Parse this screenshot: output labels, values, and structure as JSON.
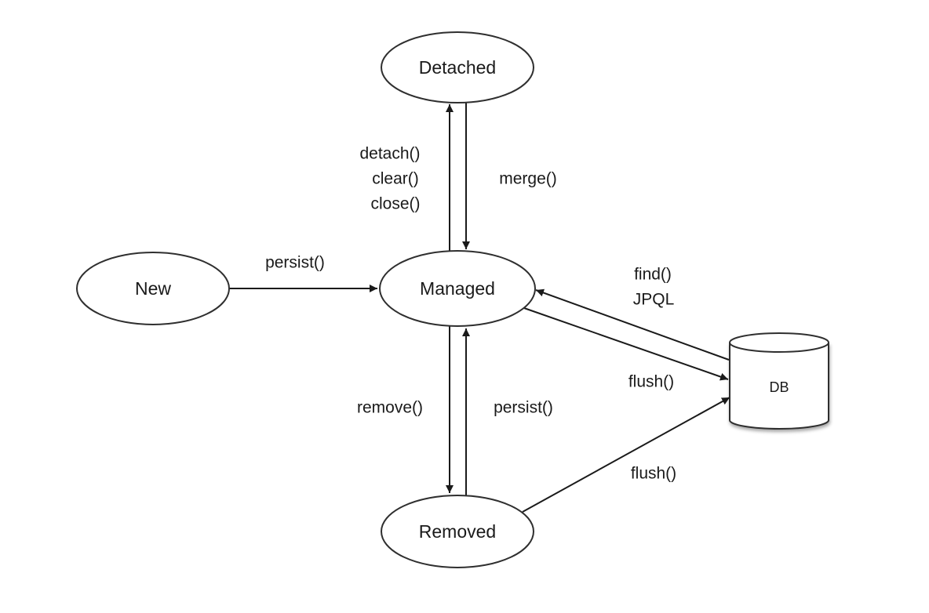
{
  "diagram": {
    "type": "state-diagram",
    "nodes": {
      "detached": {
        "label": "Detached",
        "shape": "ellipse"
      },
      "new": {
        "label": "New",
        "shape": "ellipse"
      },
      "managed": {
        "label": "Managed",
        "shape": "ellipse"
      },
      "removed": {
        "label": "Removed",
        "shape": "ellipse"
      },
      "db": {
        "label": "DB",
        "shape": "cylinder"
      }
    },
    "edges": {
      "new_to_managed": {
        "from": "new",
        "to": "managed",
        "label": "persist()"
      },
      "managed_to_detached": {
        "from": "managed",
        "to": "detached",
        "labels": [
          "detach()",
          "clear()",
          "close()"
        ]
      },
      "detached_to_managed": {
        "from": "detached",
        "to": "managed",
        "label": "merge()"
      },
      "managed_to_removed": {
        "from": "managed",
        "to": "removed",
        "label": "remove()"
      },
      "removed_to_managed": {
        "from": "removed",
        "to": "managed",
        "label": "persist()"
      },
      "db_to_managed": {
        "from": "db",
        "to": "managed",
        "labels": [
          "find()",
          "JPQL"
        ]
      },
      "managed_to_db": {
        "from": "managed",
        "to": "db",
        "label": "flush()"
      },
      "removed_to_db": {
        "from": "removed",
        "to": "db",
        "label": "flush()"
      }
    },
    "colors": {
      "stroke": "#2f2f2f",
      "text": "#1a1a1a",
      "background": "#ffffff"
    }
  }
}
